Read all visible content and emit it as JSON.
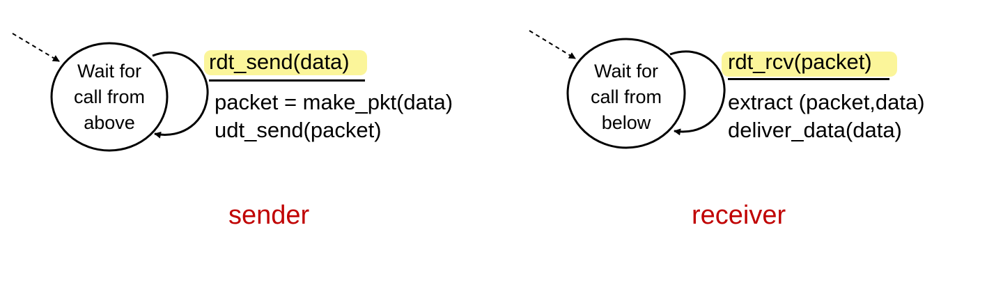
{
  "colors": {
    "highlight": "#fbf59a",
    "role_label": "#c00000",
    "stroke": "#000000"
  },
  "sender": {
    "state_lines": [
      "Wait for",
      "call from",
      "above"
    ],
    "event": "rdt_send(data)",
    "actions": [
      "packet = make_pkt(data)",
      "udt_send(packet)"
    ],
    "role": "sender"
  },
  "receiver": {
    "state_lines": [
      "Wait for",
      "call from",
      "below"
    ],
    "event": "rdt_rcv(packet)",
    "actions": [
      "extract (packet,data)",
      "deliver_data(data)"
    ],
    "role": "receiver"
  }
}
